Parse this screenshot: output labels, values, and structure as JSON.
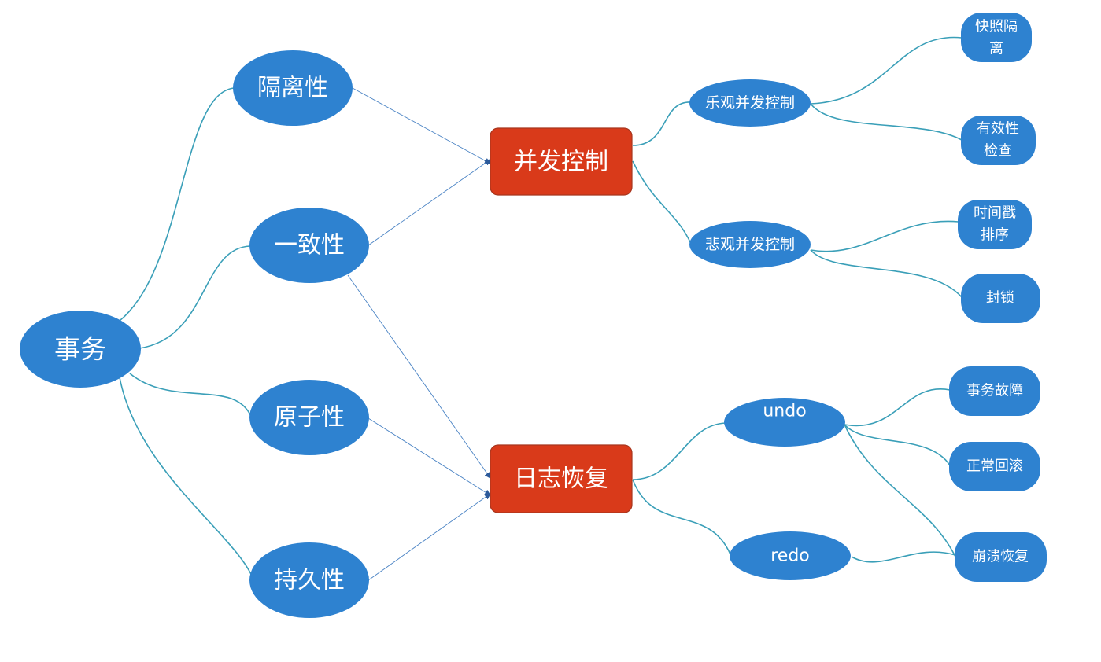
{
  "root": {
    "label": "事务"
  },
  "properties": [
    {
      "id": "isolation",
      "label": "隔离性"
    },
    {
      "id": "consistency",
      "label": "一致性"
    },
    {
      "id": "atomicity",
      "label": "原子性"
    },
    {
      "id": "durability",
      "label": "持久性"
    }
  ],
  "mechanisms": [
    {
      "id": "concurrency",
      "label": "并发控制"
    },
    {
      "id": "log-recovery",
      "label": "日志恢复"
    }
  ],
  "sub_mechanisms": [
    {
      "id": "optimistic",
      "label": "乐观并发控制"
    },
    {
      "id": "pessimistic",
      "label": "悲观并发控制"
    },
    {
      "id": "undo",
      "label": "undo"
    },
    {
      "id": "redo",
      "label": "redo"
    }
  ],
  "leaves": [
    {
      "id": "snapshot",
      "lines": [
        "快照隔",
        "离"
      ]
    },
    {
      "id": "validation",
      "lines": [
        "有效性",
        "检查"
      ]
    },
    {
      "id": "timestamp",
      "lines": [
        "时间戳",
        "排序"
      ]
    },
    {
      "id": "locking",
      "lines": [
        "封锁"
      ]
    },
    {
      "id": "txn-failure",
      "lines": [
        "事务故障"
      ]
    },
    {
      "id": "rollback",
      "lines": [
        "正常回滚"
      ]
    },
    {
      "id": "crash-recovery",
      "lines": [
        "崩溃恢复"
      ]
    }
  ],
  "colors": {
    "node": "#2e82d0",
    "highlight": "#d93a1a",
    "edge": "#3a9fb8",
    "arrow": "#4a83c4"
  }
}
